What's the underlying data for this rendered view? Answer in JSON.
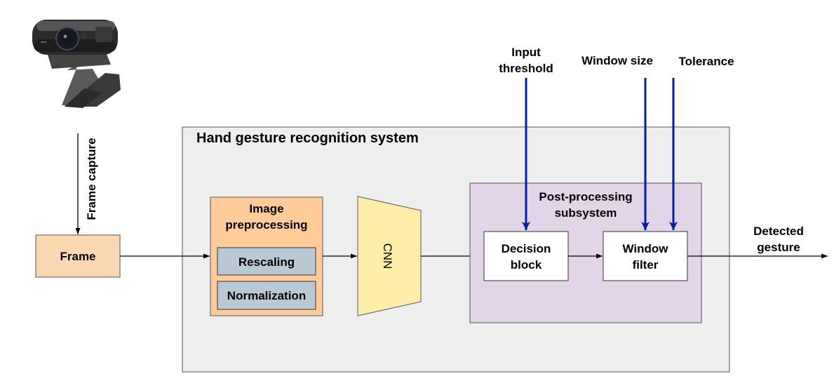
{
  "system": {
    "title": "Hand gesture recognition system"
  },
  "capture": {
    "label": "Frame capture",
    "device_icon": "webcam-icon"
  },
  "frame": {
    "label": "Frame"
  },
  "preprocessing": {
    "title_line1": "Image",
    "title_line2": "preprocessing",
    "steps": [
      "Rescaling",
      "Normalization"
    ]
  },
  "cnn": {
    "label": "CNN"
  },
  "postprocessing": {
    "title_line1": "Post-processing",
    "title_line2": "subsystem",
    "decision_line1": "Decision",
    "decision_line2": "block",
    "filter_line1": "Window",
    "filter_line2": "filter"
  },
  "parameters": {
    "input_threshold_line1": "Input",
    "input_threshold_line2": "threshold",
    "window_size": "Window size",
    "tolerance": "Tolerance"
  },
  "output": {
    "line1": "Detected",
    "line2": "gesture"
  },
  "colors": {
    "system_bg": "#eeeeee",
    "frame_fill": "#fbd7b2",
    "preprocessing_fill": "#ffcc99",
    "step_fill": "#bac8d3",
    "cnn_fill": "#ffeeaa",
    "postprocessing_fill": "#e1d5e7",
    "parameter_arrow": "#001eaa"
  }
}
